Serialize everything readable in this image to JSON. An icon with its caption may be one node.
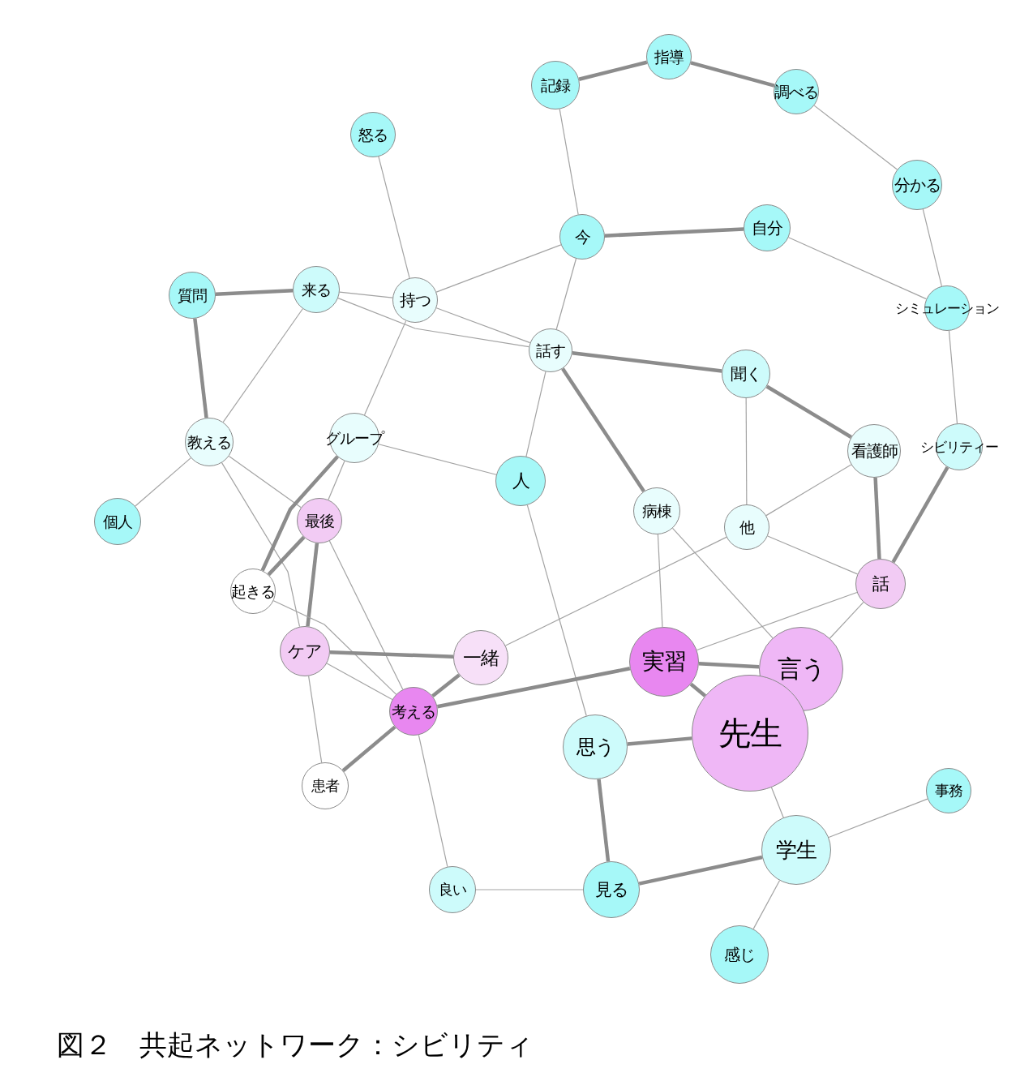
{
  "diagram": {
    "caption": "図２　共起ネットワーク：シビリティ",
    "nodes": [
      {
        "text": [
          "指導"
        ]
      },
      {
        "text": [
          "記録"
        ]
      },
      {
        "text": [
          "調べる"
        ]
      },
      {
        "text": [
          "怒る"
        ]
      },
      {
        "text": [
          "分かる"
        ]
      },
      {
        "text": [
          "今"
        ]
      },
      {
        "text": [
          "自分"
        ]
      },
      {
        "text": [
          "質問"
        ]
      },
      {
        "text": [
          "来る"
        ]
      },
      {
        "text": [
          "持つ"
        ]
      },
      {
        "text": [
          "シミュレーション"
        ]
      },
      {
        "text": [
          "話す"
        ]
      },
      {
        "text": [
          "聞く"
        ]
      },
      {
        "text": [
          "教える"
        ]
      },
      {
        "text": [
          "グループ"
        ]
      },
      {
        "text": [
          "人"
        ]
      },
      {
        "text": [
          "看護師"
        ]
      },
      {
        "text": [
          "シビリティー"
        ]
      },
      {
        "text": [
          "病棟"
        ]
      },
      {
        "text": [
          "個人"
        ]
      },
      {
        "text": [
          "最後"
        ]
      },
      {
        "text": [
          "他"
        ]
      },
      {
        "text": [
          "起きる"
        ]
      },
      {
        "text": [
          "話"
        ]
      },
      {
        "text": [
          "ケア"
        ]
      },
      {
        "text": [
          "一緒"
        ]
      },
      {
        "text": [
          "実習"
        ]
      },
      {
        "text": [
          "言う"
        ]
      },
      {
        "text": [
          "考える"
        ]
      },
      {
        "text": [
          "先生"
        ]
      },
      {
        "text": [
          "思う"
        ]
      },
      {
        "text": [
          "患者"
        ]
      },
      {
        "text": [
          "事務"
        ]
      },
      {
        "text": [
          "学生"
        ]
      },
      {
        "text": [
          "良い"
        ]
      },
      {
        "text": [
          "見る"
        ]
      },
      {
        "text": [
          "感じ"
        ]
      }
    ],
    "edges": [
      {
        "from": 1,
        "to": 0,
        "arrow": "none",
        "style": "thick"
      },
      {
        "from": 0,
        "to": 2,
        "arrow": "none",
        "style": "thick"
      },
      {
        "from": 2,
        "to": 4,
        "arrow": "none"
      },
      {
        "from": 1,
        "to": 5,
        "arrow": "none"
      },
      {
        "from": 3,
        "to": 9,
        "arrow": "none"
      },
      {
        "from": 4,
        "to": 10,
        "arrow": "none"
      },
      {
        "from": 5,
        "to": 6,
        "arrow": "none",
        "style": "thick"
      },
      {
        "from": 6,
        "to": 10,
        "arrow": "none"
      },
      {
        "from": 5,
        "to": 9,
        "arrow": "none"
      },
      {
        "from": 5,
        "to": 11,
        "arrow": "none"
      },
      {
        "from": 7,
        "to": 8,
        "arrow": "none",
        "style": "thick"
      },
      {
        "from": 8,
        "to": 9,
        "arrow": "none"
      },
      {
        "from": 8,
        "to": 11,
        "arrow": "none"
      },
      {
        "from": 9,
        "to": 11,
        "arrow": "none"
      },
      {
        "from": 7,
        "to": 13,
        "arrow": "none",
        "style": "thick"
      },
      {
        "from": 8,
        "to": 13,
        "arrow": "none"
      },
      {
        "from": 9,
        "to": 14,
        "arrow": "none"
      },
      {
        "from": 11,
        "to": 12,
        "arrow": "none",
        "style": "thick"
      },
      {
        "from": 11,
        "to": 15,
        "arrow": "none"
      },
      {
        "from": 11,
        "to": 18,
        "arrow": "none",
        "style": "thick"
      },
      {
        "from": 12,
        "to": 21,
        "arrow": "none"
      },
      {
        "from": 12,
        "to": 16,
        "arrow": "none",
        "style": "thick"
      },
      {
        "from": 10,
        "to": 17,
        "arrow": "none"
      },
      {
        "from": 13,
        "to": 19,
        "arrow": "none"
      },
      {
        "from": 13,
        "to": 20,
        "arrow": "none"
      },
      {
        "from": 13,
        "to": 24,
        "arrow": "none"
      },
      {
        "from": 14,
        "to": 15,
        "arrow": "none"
      },
      {
        "from": 14,
        "to": 20,
        "arrow": "none"
      },
      {
        "from": 14,
        "to": 22,
        "arrow": "none",
        "style": "thick"
      },
      {
        "from": 20,
        "to": 22,
        "arrow": "none",
        "style": "thick"
      },
      {
        "from": 20,
        "to": 24,
        "arrow": "none",
        "style": "thick"
      },
      {
        "from": 20,
        "to": 28,
        "arrow": "none"
      },
      {
        "from": 22,
        "to": 28,
        "arrow": "none"
      },
      {
        "from": 16,
        "to": 21,
        "arrow": "none"
      },
      {
        "from": 16,
        "to": 23,
        "arrow": "none",
        "style": "thick"
      },
      {
        "from": 17,
        "to": 23,
        "arrow": "none",
        "style": "thick"
      },
      {
        "from": 21,
        "to": 23,
        "arrow": "none"
      },
      {
        "from": 21,
        "to": 25,
        "arrow": "none"
      },
      {
        "from": 18,
        "to": 26,
        "arrow": "none"
      },
      {
        "from": 18,
        "to": 27,
        "arrow": "none"
      },
      {
        "from": 23,
        "to": 26,
        "arrow": "none"
      },
      {
        "from": 23,
        "to": 27,
        "arrow": "none"
      },
      {
        "from": 15,
        "to": 30,
        "arrow": "none"
      },
      {
        "from": 24,
        "to": 25,
        "arrow": "none",
        "style": "thick"
      },
      {
        "from": 24,
        "to": 28,
        "arrow": "none"
      },
      {
        "from": 24,
        "to": 31,
        "arrow": "none"
      },
      {
        "from": 25,
        "to": 28,
        "arrow": "none",
        "style": "thick"
      },
      {
        "from": 28,
        "to": 26,
        "arrow": "none",
        "style": "thick"
      },
      {
        "from": 28,
        "to": 31,
        "arrow": "none",
        "style": "thick"
      },
      {
        "from": 28,
        "to": 34,
        "arrow": "none"
      },
      {
        "from": 26,
        "to": 27,
        "arrow": "none",
        "style": "thick"
      },
      {
        "from": 26,
        "to": 29,
        "arrow": "none",
        "style": "thick"
      },
      {
        "from": 30,
        "to": 29,
        "arrow": "none",
        "style": "thick"
      },
      {
        "from": 29,
        "to": 33,
        "arrow": "none"
      },
      {
        "from": 30,
        "to": 35,
        "arrow": "none",
        "style": "thick"
      },
      {
        "from": 34,
        "to": 35,
        "arrow": "none"
      },
      {
        "from": 35,
        "to": 33,
        "arrow": "none",
        "style": "thick"
      },
      {
        "from": 33,
        "to": 32,
        "arrow": "none"
      },
      {
        "from": 33,
        "to": 36,
        "arrow": "none"
      }
    ]
  }
}
